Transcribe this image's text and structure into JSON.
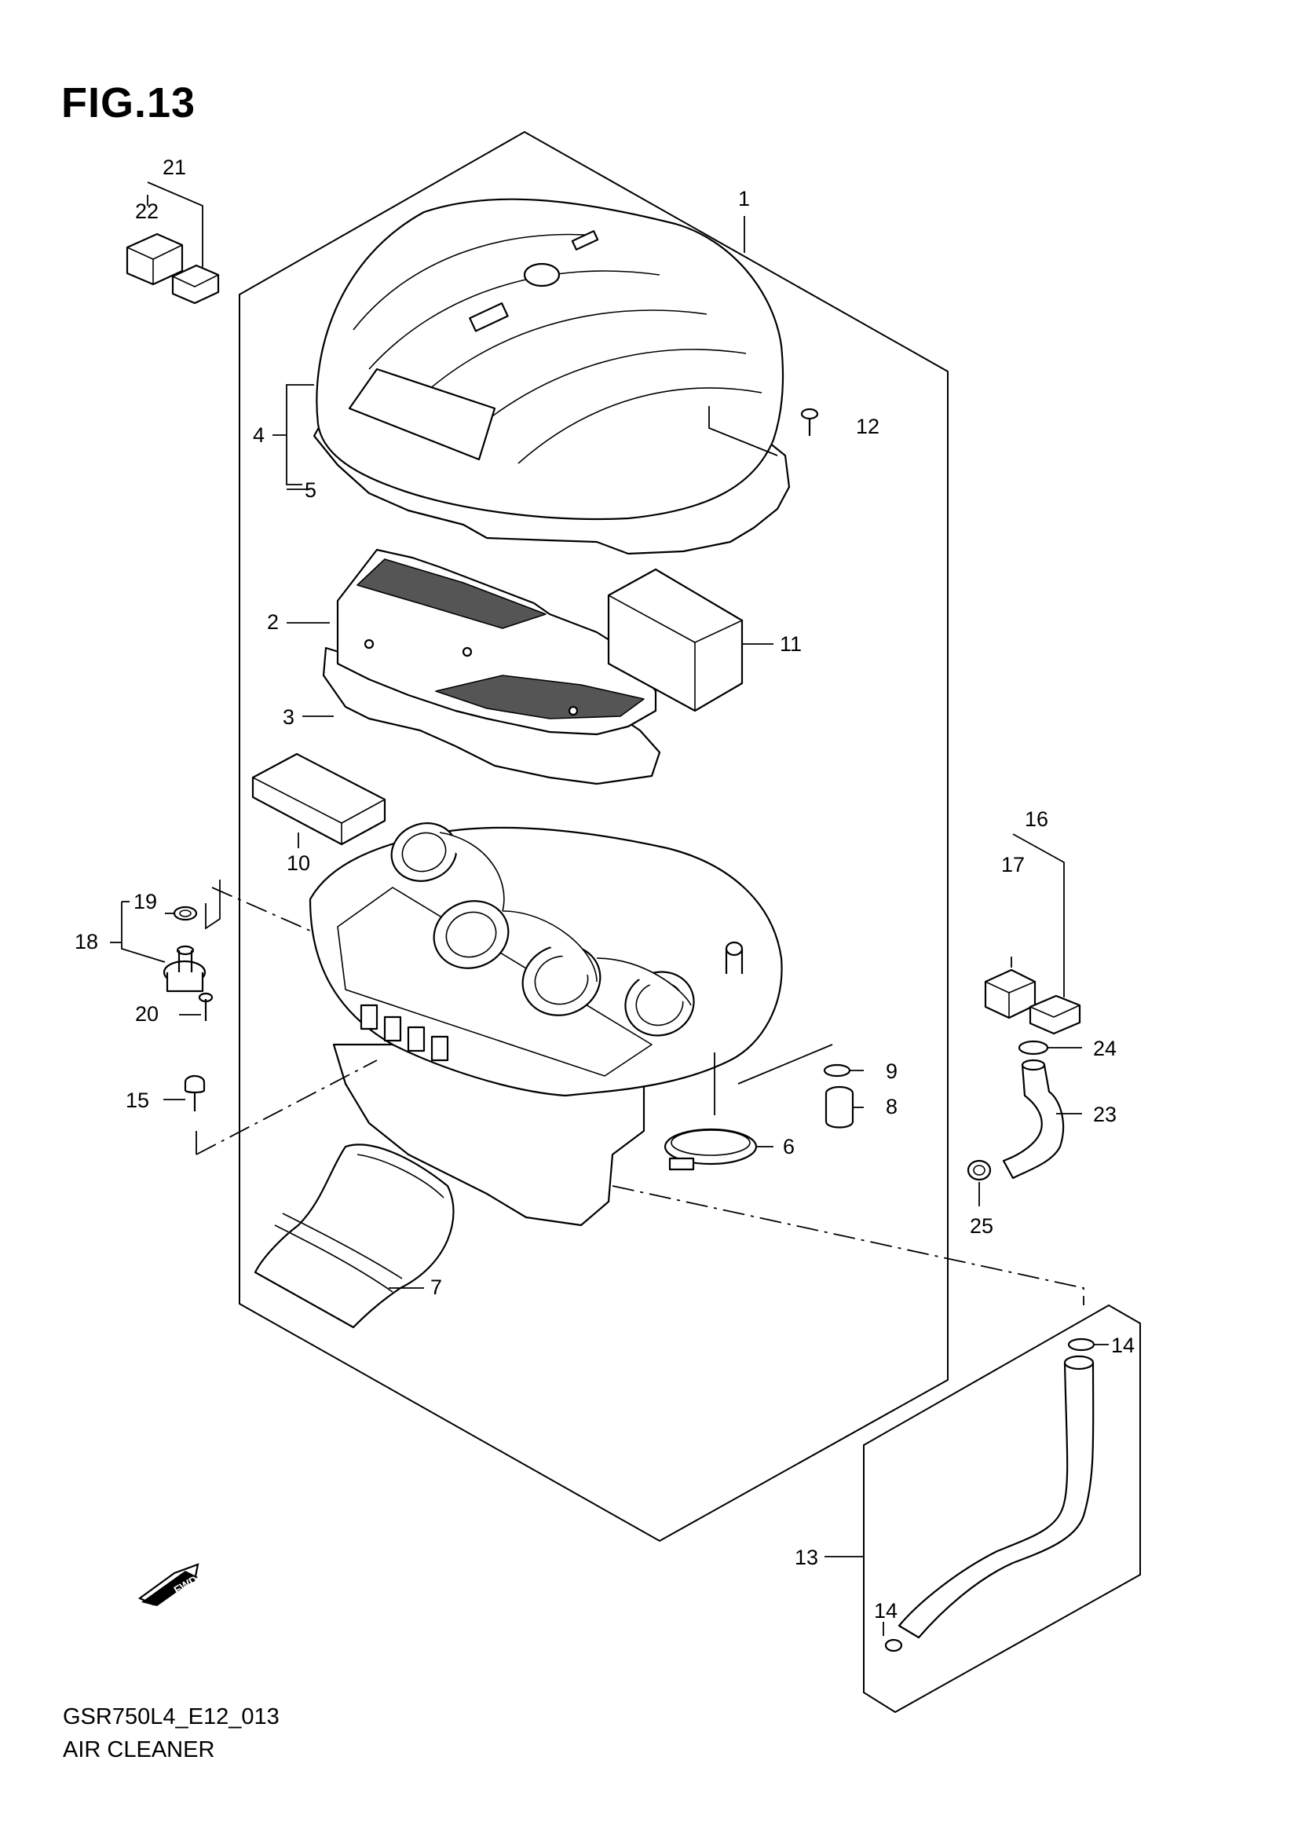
{
  "figure": {
    "title": "FIG.13",
    "diagram_code": "GSR750L4_E12_013",
    "caption": "AIR CLEANER",
    "direction_badge": "FWD"
  },
  "callouts": [
    {
      "id": "c1",
      "text": "1"
    },
    {
      "id": "c2",
      "text": "2"
    },
    {
      "id": "c3",
      "text": "3"
    },
    {
      "id": "c4",
      "text": "4"
    },
    {
      "id": "c5",
      "text": "5"
    },
    {
      "id": "c6",
      "text": "6"
    },
    {
      "id": "c7",
      "text": "7"
    },
    {
      "id": "c8",
      "text": "8"
    },
    {
      "id": "c9",
      "text": "9"
    },
    {
      "id": "c10",
      "text": "10"
    },
    {
      "id": "c11",
      "text": "11"
    },
    {
      "id": "c12",
      "text": "12"
    },
    {
      "id": "c13",
      "text": "13"
    },
    {
      "id": "c14a",
      "text": "14"
    },
    {
      "id": "c14b",
      "text": "14"
    },
    {
      "id": "c15",
      "text": "15"
    },
    {
      "id": "c16",
      "text": "16"
    },
    {
      "id": "c17",
      "text": "17"
    },
    {
      "id": "c18",
      "text": "18"
    },
    {
      "id": "c19",
      "text": "19"
    },
    {
      "id": "c20",
      "text": "20"
    },
    {
      "id": "c21",
      "text": "21"
    },
    {
      "id": "c22",
      "text": "22"
    },
    {
      "id": "c23",
      "text": "23"
    },
    {
      "id": "c24",
      "text": "24"
    },
    {
      "id": "c25",
      "text": "25"
    }
  ]
}
